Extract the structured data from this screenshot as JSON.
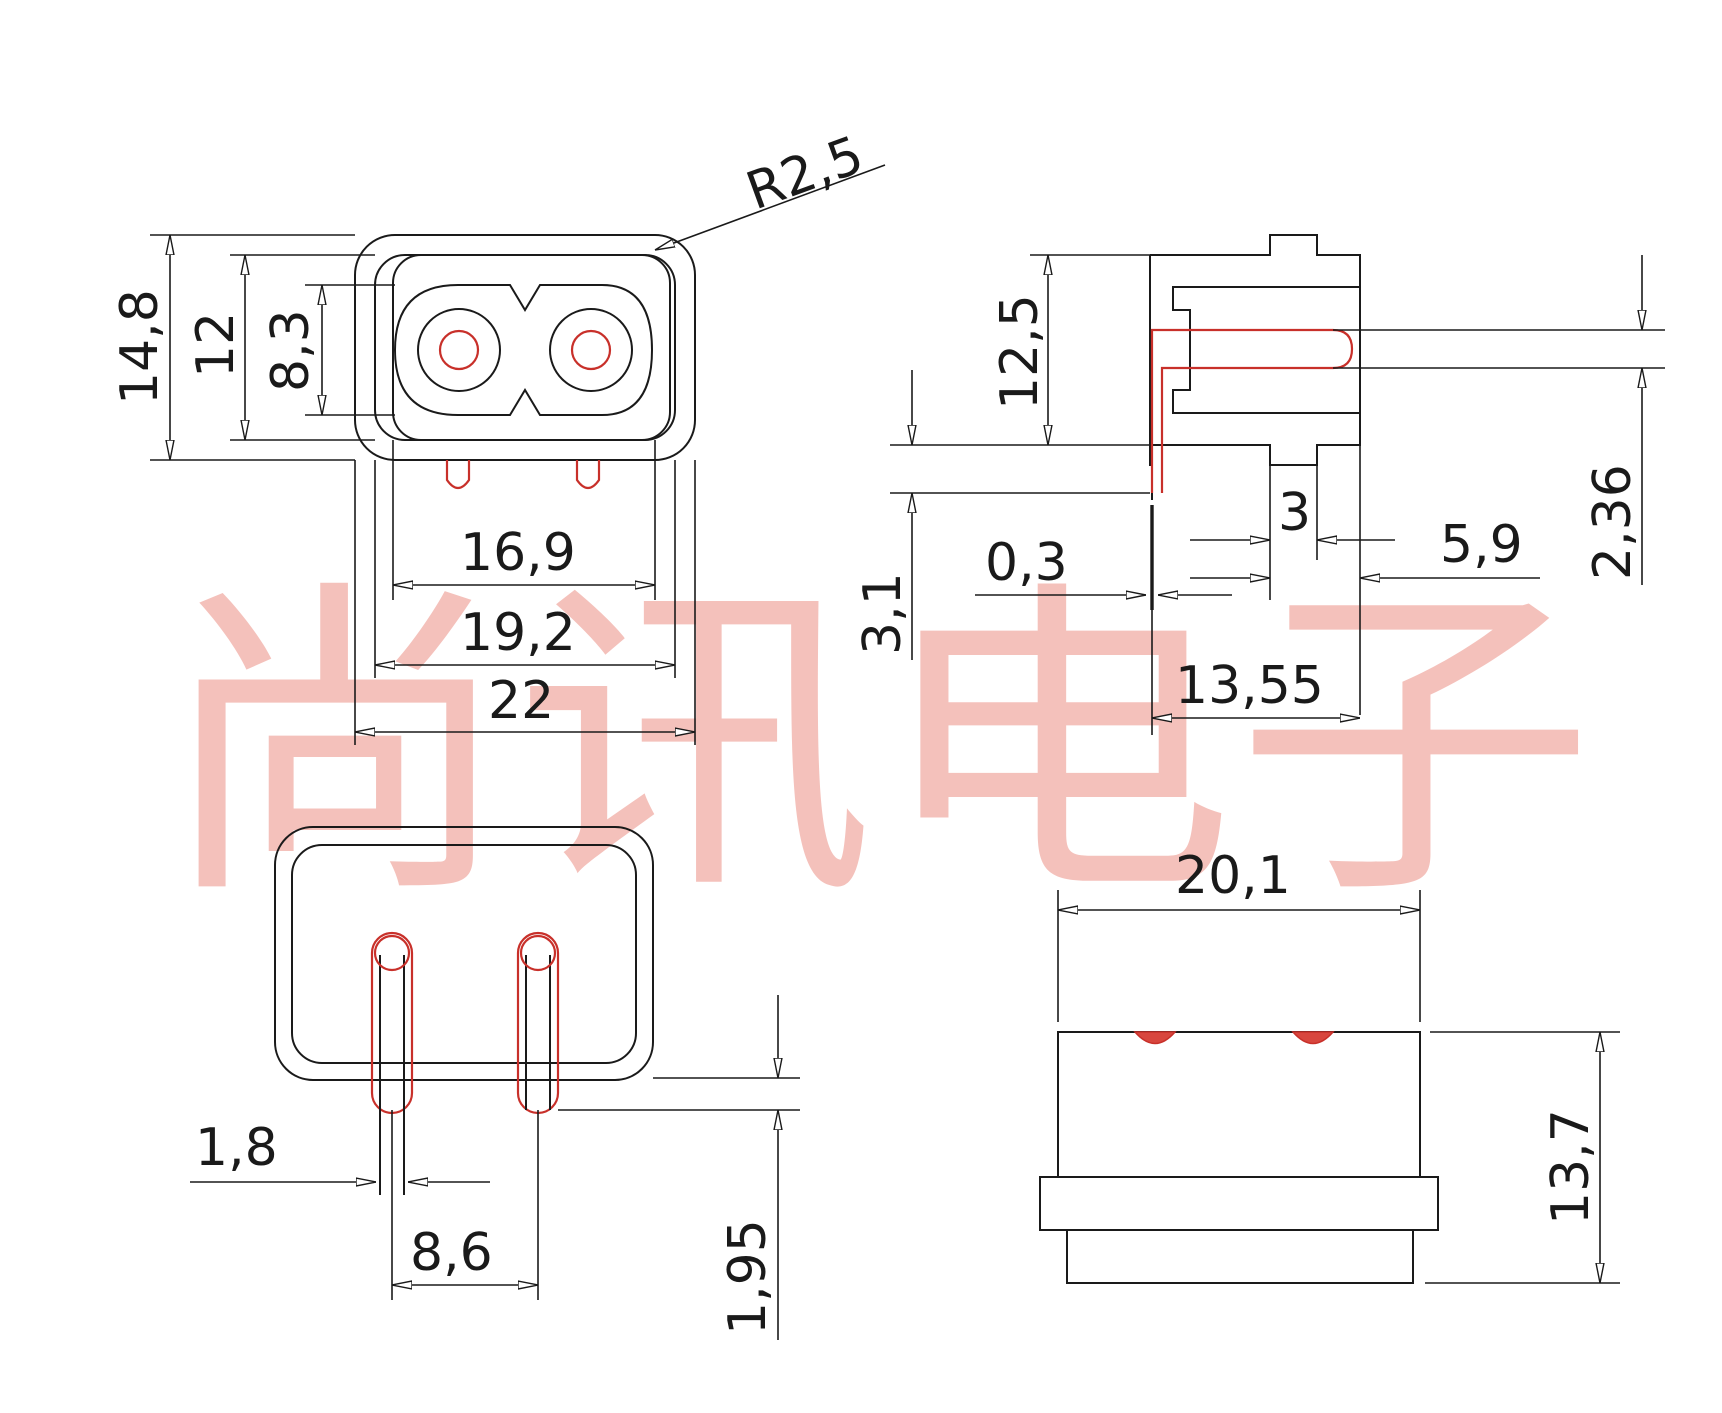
{
  "watermark": "尚讯电子",
  "colors": {
    "outline": "#1a1a1a",
    "pin": "#c8302a",
    "watermark": "#f3b7b0"
  },
  "front_view": {
    "radius": "R2,5",
    "height_outer": "14,8",
    "height_mid": "12",
    "height_inner": "8,3",
    "width_inner": "16,9",
    "width_mid": "19,2",
    "width_outer": "22"
  },
  "side_view": {
    "height": "12,5",
    "flange_thickness": "3,1",
    "wall": "0,3",
    "step": "3",
    "depth_rear": "5,9",
    "pin_thickness": "2,36",
    "length": "13,55"
  },
  "bottom_view": {
    "pin_width": "1,8",
    "pin_pitch": "8,6",
    "pin_offset": "1,95"
  },
  "top_view": {
    "width": "20,1",
    "height": "13,7"
  }
}
